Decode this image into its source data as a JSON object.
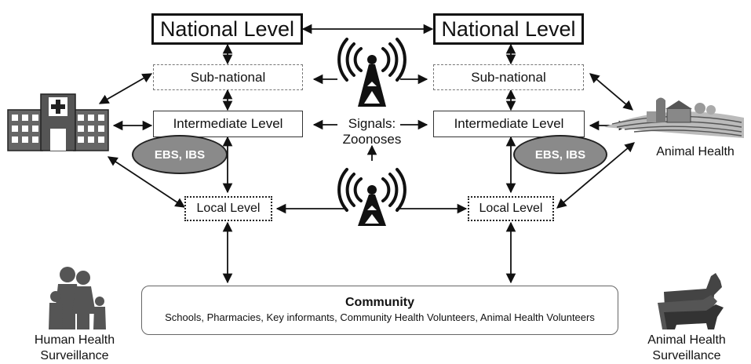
{
  "left": {
    "national": "National Level",
    "subnational": "Sub-national",
    "intermediate": "Intermediate Level",
    "local": "Local Level",
    "ellipse": "EBS, IBS"
  },
  "right": {
    "national": "National Level",
    "subnational": "Sub-national",
    "intermediate": "Intermediate Level",
    "local": "Local Level",
    "ellipse": "EBS, IBS"
  },
  "signals": {
    "line1": "Signals:",
    "line2": "Zoonoses"
  },
  "community": {
    "title": "Community",
    "description": "Schools, Pharmacies, Key informants, Community Health Volunteers, Animal Health Volunteers"
  },
  "labels": {
    "human_line1": "Human Health",
    "human_line2": "Surveillance",
    "animal_health": "Animal Health",
    "animal_line1": "Animal Health",
    "animal_line2": "Surveillance"
  },
  "icons": {
    "hospital": "hospital-icon",
    "farm": "farm-icon",
    "family": "family-icon",
    "animals": "livestock-icon",
    "tower": "signal-tower-icon"
  },
  "colors": {
    "ellipse_fill": "#8a8a8a",
    "line": "#111111"
  }
}
